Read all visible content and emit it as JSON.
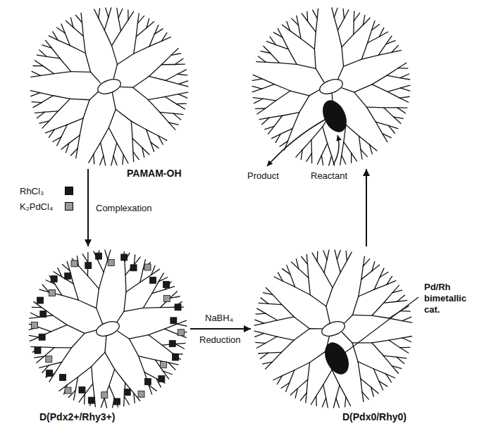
{
  "diagram": {
    "nodes": [
      {
        "text": [
          "PAMAM-OH"
        ]
      },
      {
        "text": [
          "Product",
          "Reactant"
        ]
      },
      {
        "text": [
          "D(Pdx2+/Rhy3+)"
        ]
      },
      {
        "text": [
          "Pd/Rh bimetallic cat.",
          "D(Pdx0/Rhy0)"
        ]
      }
    ],
    "edges": [
      {
        "from": 0,
        "to": 2,
        "arrow": "to",
        "label": "Complexation"
      },
      {
        "from": 2,
        "to": 3,
        "arrow": "to",
        "label": "Reduction"
      },
      {
        "from": 3,
        "to": 1,
        "arrow": "to"
      }
    ],
    "labels": [
      "NaBH₄"
    ],
    "legend": [
      {
        "text": "RhCl₃",
        "color": "#1a1a1a"
      },
      {
        "text": "K₂PdCl₄",
        "color": "#9a9a9a"
      }
    ]
  }
}
